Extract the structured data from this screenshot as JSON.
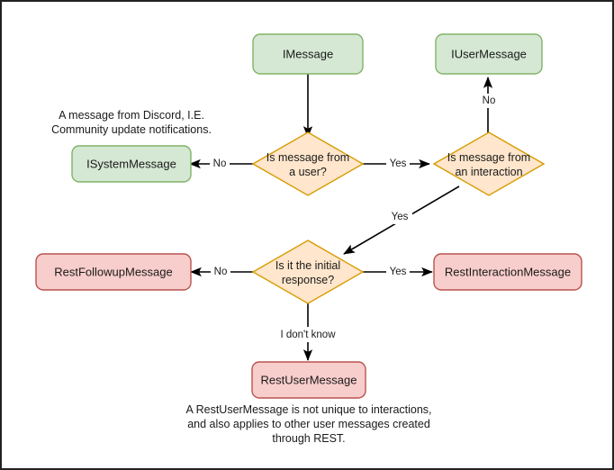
{
  "diagram": {
    "title": "Discord message type decision flowchart",
    "palette": {
      "green_fill": "#d5e8d4",
      "green_stroke": "#82b366",
      "orange_fill": "#ffe6cc",
      "orange_stroke": "#d79b00",
      "red_fill": "#f8cecc",
      "red_stroke": "#b85450",
      "edge_color": "#000000",
      "text_color": "#1a1a1a",
      "canvas_border": "#222222",
      "canvas_background": "#ffffff"
    },
    "nodes": [
      {
        "id": "imessage",
        "label": "IMessage",
        "shape": "rounded-rect",
        "fill": "green"
      },
      {
        "id": "iusermessage",
        "label": "IUserMessage",
        "shape": "rounded-rect",
        "fill": "green"
      },
      {
        "id": "isystemmessage",
        "label": "ISystemMessage",
        "shape": "rounded-rect",
        "fill": "green"
      },
      {
        "id": "restfollowupmessage",
        "label": "RestFollowupMessage",
        "shape": "rounded-rect",
        "fill": "red"
      },
      {
        "id": "restinteractionmessage",
        "label": "RestInteractionMessage",
        "shape": "rounded-rect",
        "fill": "red"
      },
      {
        "id": "restusermessage",
        "label": "RestUserMessage",
        "shape": "rounded-rect",
        "fill": "red"
      }
    ],
    "decisions": [
      {
        "id": "is-message-from-a-user",
        "line1": "Is message from",
        "line2": "a user?"
      },
      {
        "id": "is-message-from-an-interaction",
        "line1": "Is message from",
        "line2": "an interaction"
      },
      {
        "id": "is-it-the-initial-response",
        "line1": "Is it the initial",
        "line2": "response?"
      }
    ],
    "edge_labels": {
      "user_no": "No",
      "user_yes": "Yes",
      "interaction_no": "No",
      "interaction_yes": "Yes",
      "initial_no": "No",
      "initial_yes": "Yes",
      "initial_unknown": "I don't know"
    },
    "notes": {
      "system_message": {
        "line1": "A message from Discord, I.E.",
        "line2": "Community update notifications."
      },
      "rest_user_message": {
        "line1": "A RestUserMessage is not unique to interactions,",
        "line2": "and also applies to other user messages created",
        "line3": "through REST."
      }
    }
  }
}
